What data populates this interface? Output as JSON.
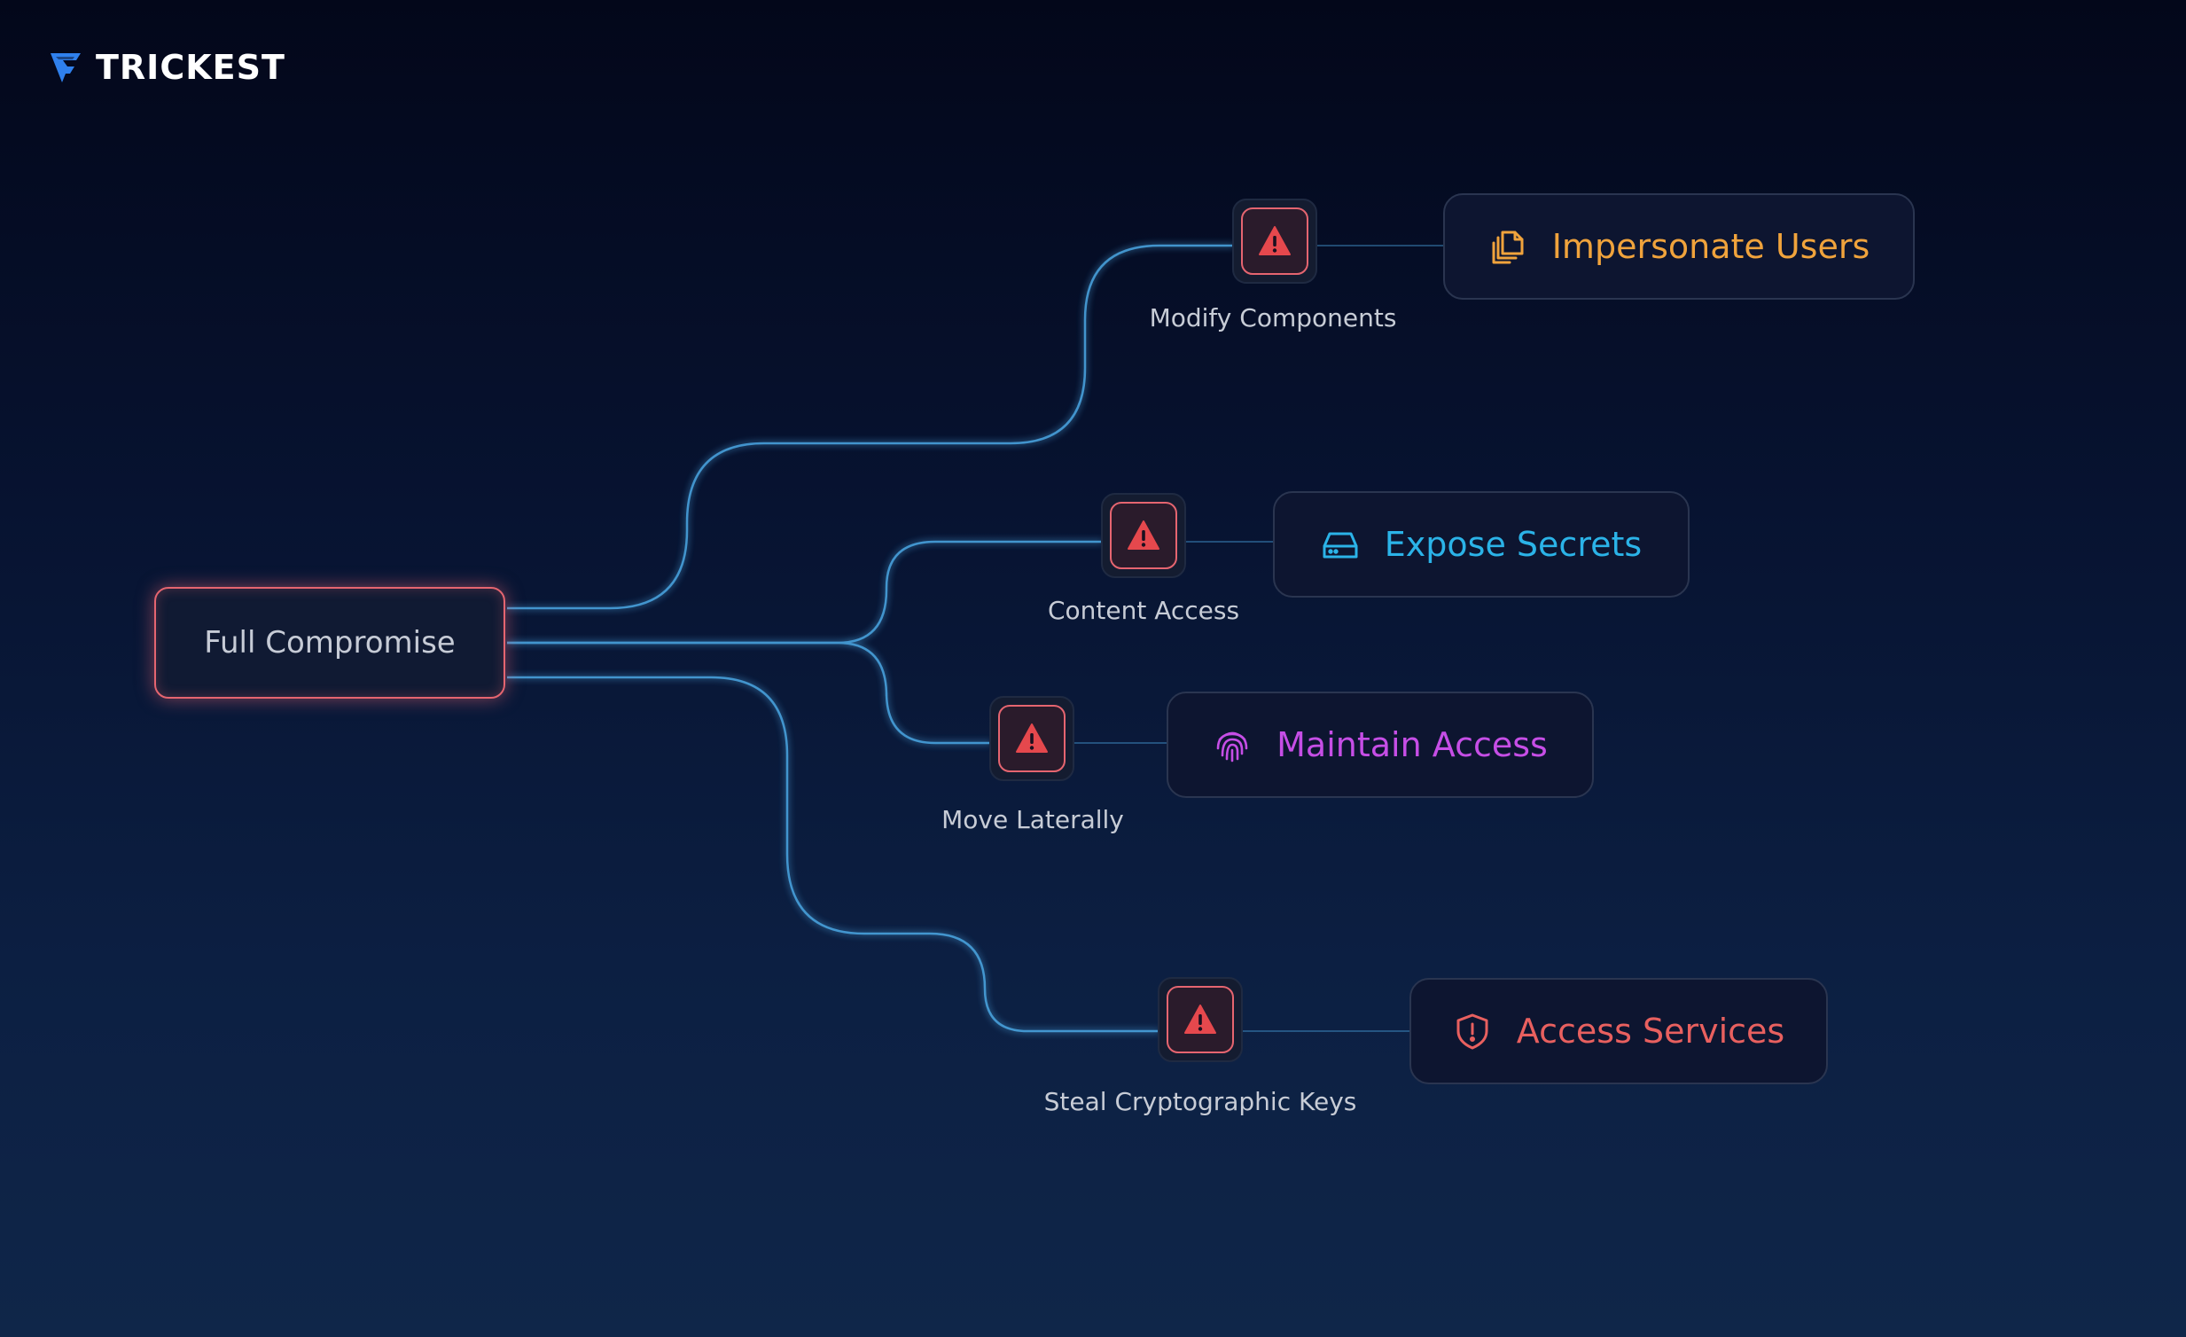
{
  "brand": {
    "name": "TRICKEST",
    "logo_color": "#2f80ed"
  },
  "root": {
    "label": "Full Compromise",
    "color": "#e56570"
  },
  "colors": {
    "link": "#4aa3df",
    "alert": "#e5484d"
  },
  "steps": [
    {
      "label": "Modify Components",
      "icon": "warning-triangle-icon"
    },
    {
      "label": "Content Access",
      "icon": "warning-triangle-icon"
    },
    {
      "label": "Move Laterally",
      "icon": "warning-triangle-icon"
    },
    {
      "label": "Steal Cryptographic Keys",
      "icon": "warning-triangle-icon"
    }
  ],
  "impacts": [
    {
      "label": "Impersonate Users",
      "icon": "copy-documents-icon",
      "color": "#f0a33c"
    },
    {
      "label": "Expose Secrets",
      "icon": "hard-drive-icon",
      "color": "#2bb3e8"
    },
    {
      "label": "Maintain Access",
      "icon": "fingerprint-icon",
      "color": "#c64ee6"
    },
    {
      "label": "Access Services",
      "icon": "shield-alert-icon",
      "color": "#e8605f"
    }
  ]
}
